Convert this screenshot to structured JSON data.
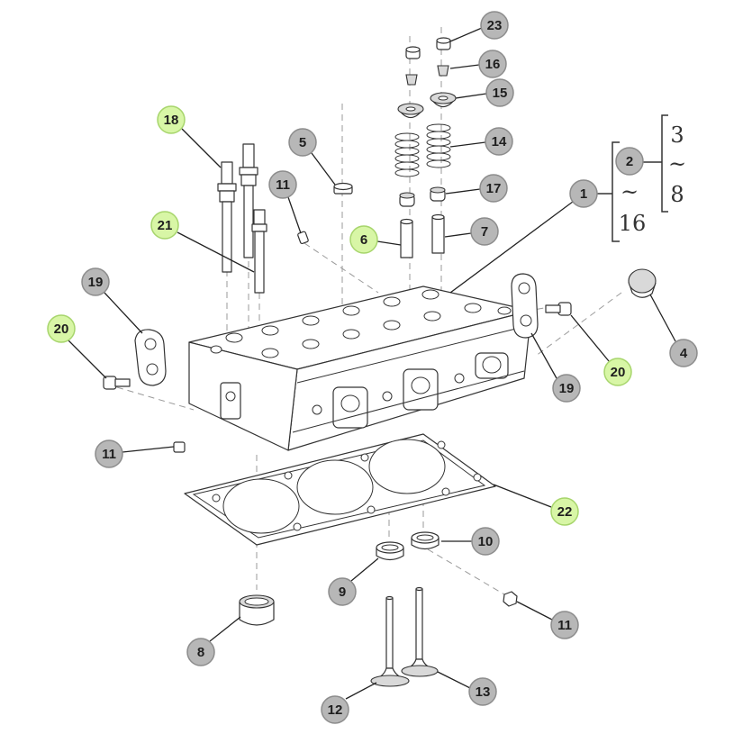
{
  "callouts": [
    "23",
    "16",
    "15",
    "18",
    "14",
    "5",
    "2",
    "11",
    "1",
    "17",
    "21",
    "7",
    "6",
    "19",
    "20",
    "4",
    "20",
    "19",
    "11",
    "22",
    "10",
    "9",
    "11",
    "8",
    "13",
    "12"
  ],
  "range_labels": {
    "outer": [
      "3",
      "~",
      "8"
    ],
    "inner": [
      "~",
      "16"
    ]
  },
  "colors": {
    "callout_fill": "#b7b7b7",
    "callout_highlight_fill": "#d8f6a6",
    "line": "#333333"
  }
}
